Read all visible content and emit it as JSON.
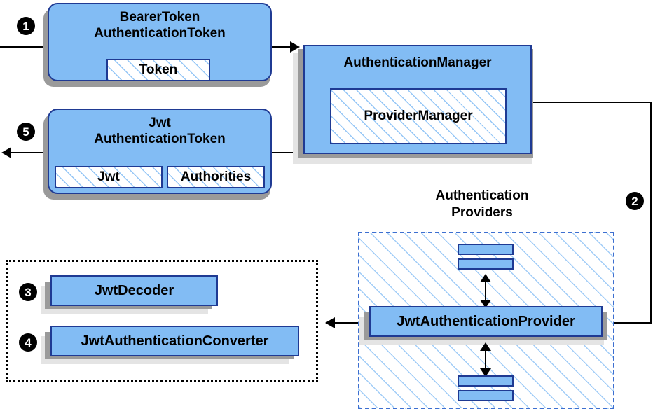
{
  "diagram": {
    "title": "Spring Security JWT Bearer Token Authentication Flow",
    "colors": {
      "node_fill": "#82bcf4",
      "node_border": "#1f3a93",
      "hatch": "#82bcf4",
      "shadow_dark": "#9a9a9a",
      "shadow_light": "#e4e4e4",
      "providers_border": "#3d6fd0",
      "support_border": "#000000",
      "line": "#000000",
      "badge_fill": "#000000",
      "badge_text": "#ffffff"
    },
    "nodes": {
      "bearer_token": {
        "title_line1": "BearerToken",
        "title_line2": "AuthenticationToken",
        "field": "Token"
      },
      "jwt_token": {
        "title_line1": "Jwt",
        "title_line2": "AuthenticationToken",
        "field_left": "Jwt",
        "field_right": "Authorities"
      },
      "authentication_manager": {
        "title": "AuthenticationManager",
        "field": "ProviderManager"
      },
      "providers_group": {
        "label_line1": "Authentication",
        "label_line2": "Providers",
        "provider": "JwtAuthenticationProvider"
      },
      "support": {
        "decoder": "JwtDecoder",
        "converter": "JwtAuthenticationConverter"
      }
    },
    "badges": {
      "step1": "1",
      "step2": "2",
      "step3": "3",
      "step4": "4",
      "step5": "5"
    }
  }
}
